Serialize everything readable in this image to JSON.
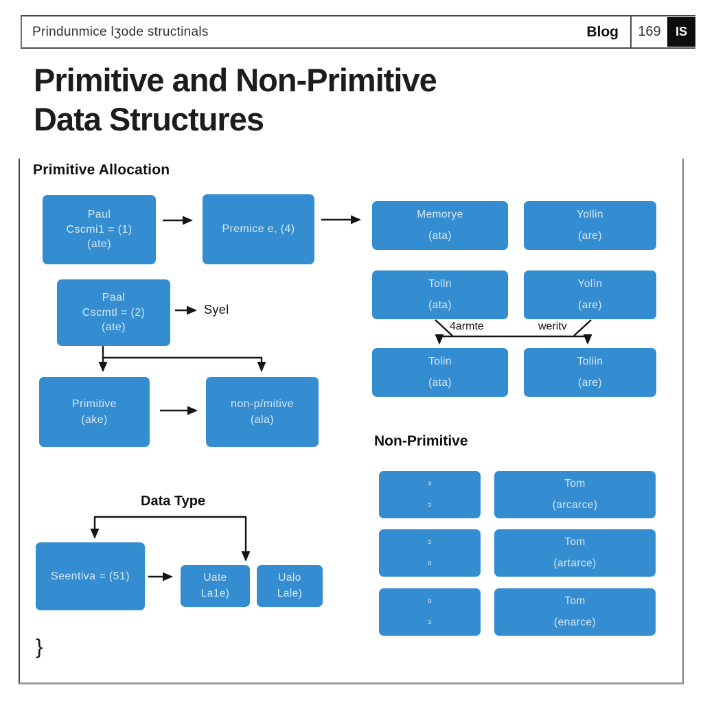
{
  "header": {
    "site_title": "Prindunmice lʒode structinals",
    "blog_label": "Blog",
    "count": "169",
    "badge": "IS"
  },
  "title": {
    "line1": "Primitive and Non-Primitive",
    "line2": "Data Structures"
  },
  "sections": {
    "primitive_heading": "Primitive Allocation",
    "non_primitive_heading": "Non-Primitive",
    "data_type_heading": "Data Type"
  },
  "labels": {
    "syel": "Syel",
    "armte": "4armte",
    "weritv": "weritv",
    "closing_brace": "}"
  },
  "boxes": {
    "paul": [
      "Paul",
      "Cscmi1 = (1)",
      "(ate)"
    ],
    "premice": [
      "Premice e, (4)"
    ],
    "memorye": [
      "Memorye",
      "(ata)"
    ],
    "yollin": [
      "Yollin",
      "(are)"
    ],
    "paal": [
      "Paal",
      "Cscmtl = (2)",
      "(ate)"
    ],
    "tolln": [
      "Tolln",
      "(ata)"
    ],
    "yolin2": [
      "Yolìn",
      "(are)"
    ],
    "primitive": [
      "Primitive",
      "(ake)"
    ],
    "nonprimitive": [
      "non-p/mitive",
      "(ala)"
    ],
    "tolin3": [
      "Tolin",
      "(ata)"
    ],
    "toliin3": [
      "Toliin",
      "(are)"
    ],
    "seentiva": [
      "Seentiva = (51)"
    ],
    "uate": [
      "Uate",
      "La1e)"
    ],
    "uala": [
      "Ualo",
      "Lale)"
    ],
    "np1_left": [
      "ɜ",
      "ɔ"
    ],
    "np1_right": [
      "Tom",
      "(arcarce)"
    ],
    "np2_left": [
      "ɔ",
      "o"
    ],
    "np2_right": [
      "Tom",
      "(artarce)"
    ],
    "np3_left": [
      "o",
      "ɔ"
    ],
    "np3_right": [
      "Tom",
      "(enarce)"
    ]
  },
  "colors": {
    "box_blue": "#348cd1",
    "box_text": "#d6e9f8",
    "line_dark": "#141414",
    "badge_bg": "#0d0d0d"
  }
}
